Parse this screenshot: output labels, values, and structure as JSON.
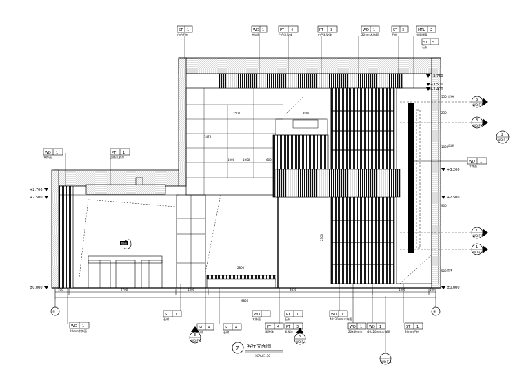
{
  "tags_top": [
    {
      "code": "ST",
      "num": "1",
      "note": "白色石材"
    },
    {
      "code": "WD",
      "num": "1",
      "note": "木饰面"
    },
    {
      "code": "PT",
      "num": "4",
      "note": "白色乳胶漆"
    },
    {
      "code": "PT",
      "num": "3",
      "note": "白色乳胶漆"
    },
    {
      "code": "WD",
      "num": "1",
      "note": "20mm木饰面"
    },
    {
      "code": "ST",
      "num": "3",
      "note": "石材"
    },
    {
      "code": "MTL",
      "num": "2",
      "note": "金属线条"
    },
    {
      "code": "ST",
      "num": "5",
      "note": "石材"
    }
  ],
  "tags_left": [
    {
      "code": "WD",
      "num": "1",
      "note": "木饰面"
    },
    {
      "code": "PT",
      "num": "1",
      "note": "白色乳胶漆"
    }
  ],
  "tags_right": [
    {
      "code": "WD",
      "num": "1",
      "note": "木饰面"
    }
  ],
  "tags_bottom": [
    {
      "code": "WD",
      "num": "1",
      "note": "20mm木饰面"
    },
    {
      "code": "ST",
      "num": "1",
      "note": "石材"
    },
    {
      "code": "ST",
      "num": "4",
      "note": "石材"
    },
    {
      "code": "ST",
      "num": "4",
      "note": "石材"
    },
    {
      "code": "WD",
      "num": "1",
      "note": "木饰面"
    },
    {
      "code": "PT",
      "num": "4",
      "note": "乳胶漆"
    },
    {
      "code": "PX",
      "num": "1",
      "note": "石材"
    },
    {
      "code": "PT",
      "num": "3",
      "note": "乳胶漆"
    },
    {
      "code": "WD",
      "num": "1",
      "note": "40x20mm木饰面"
    },
    {
      "code": "WD",
      "num": "1",
      "note": "20x40mm"
    },
    {
      "code": "WD",
      "num": "1",
      "note": "40x20mm木饰面"
    },
    {
      "code": "ST",
      "num": "1",
      "note": "20mm石材"
    }
  ],
  "levels": {
    "left_top": "+2.700",
    "left_mid": "+2.500",
    "left_zero": "±0.000",
    "right_1": "+3.750",
    "right_2": "+3.500",
    "right_3": "+3.400",
    "right_4": "+3.200",
    "right_5": "+2.500",
    "right_zero": "±0.000"
  },
  "dims_bottom": [
    "100",
    "2700",
    "1500",
    "3850",
    "1500",
    "100"
  ],
  "dim_total": "9850",
  "dims_inner": [
    "2500",
    "1475",
    "600",
    "1000",
    "1000",
    "600",
    "2800",
    "2300"
  ],
  "right_dims": [
    "550",
    "250",
    "1000",
    "900",
    "500"
  ],
  "section_markers": [
    {
      "num": "3",
      "ref": "WD-F-1"
    },
    {
      "num": "3",
      "ref": "WD-F-1"
    },
    {
      "num": "1",
      "ref": "WD-F-1"
    },
    {
      "num": "1",
      "ref": "WD-F-2"
    },
    {
      "num": "3",
      "ref": "WD-F-1"
    },
    {
      "num": "3",
      "ref": "WD-F-1"
    },
    {
      "num": "1",
      "ref": "WD-F-1"
    }
  ],
  "grid_axes": {
    "left": "⑧",
    "right": "⑨"
  },
  "elevation_marker": {
    "num": "2",
    "ref": "WD-F-1"
  },
  "title": {
    "num": "7",
    "name": "客厅立面图",
    "scale": "SCALE1:30"
  },
  "notes": {
    "mirror": "镜面",
    "led": "灯带",
    "shelf": "层板",
    "wall": "墙体"
  }
}
